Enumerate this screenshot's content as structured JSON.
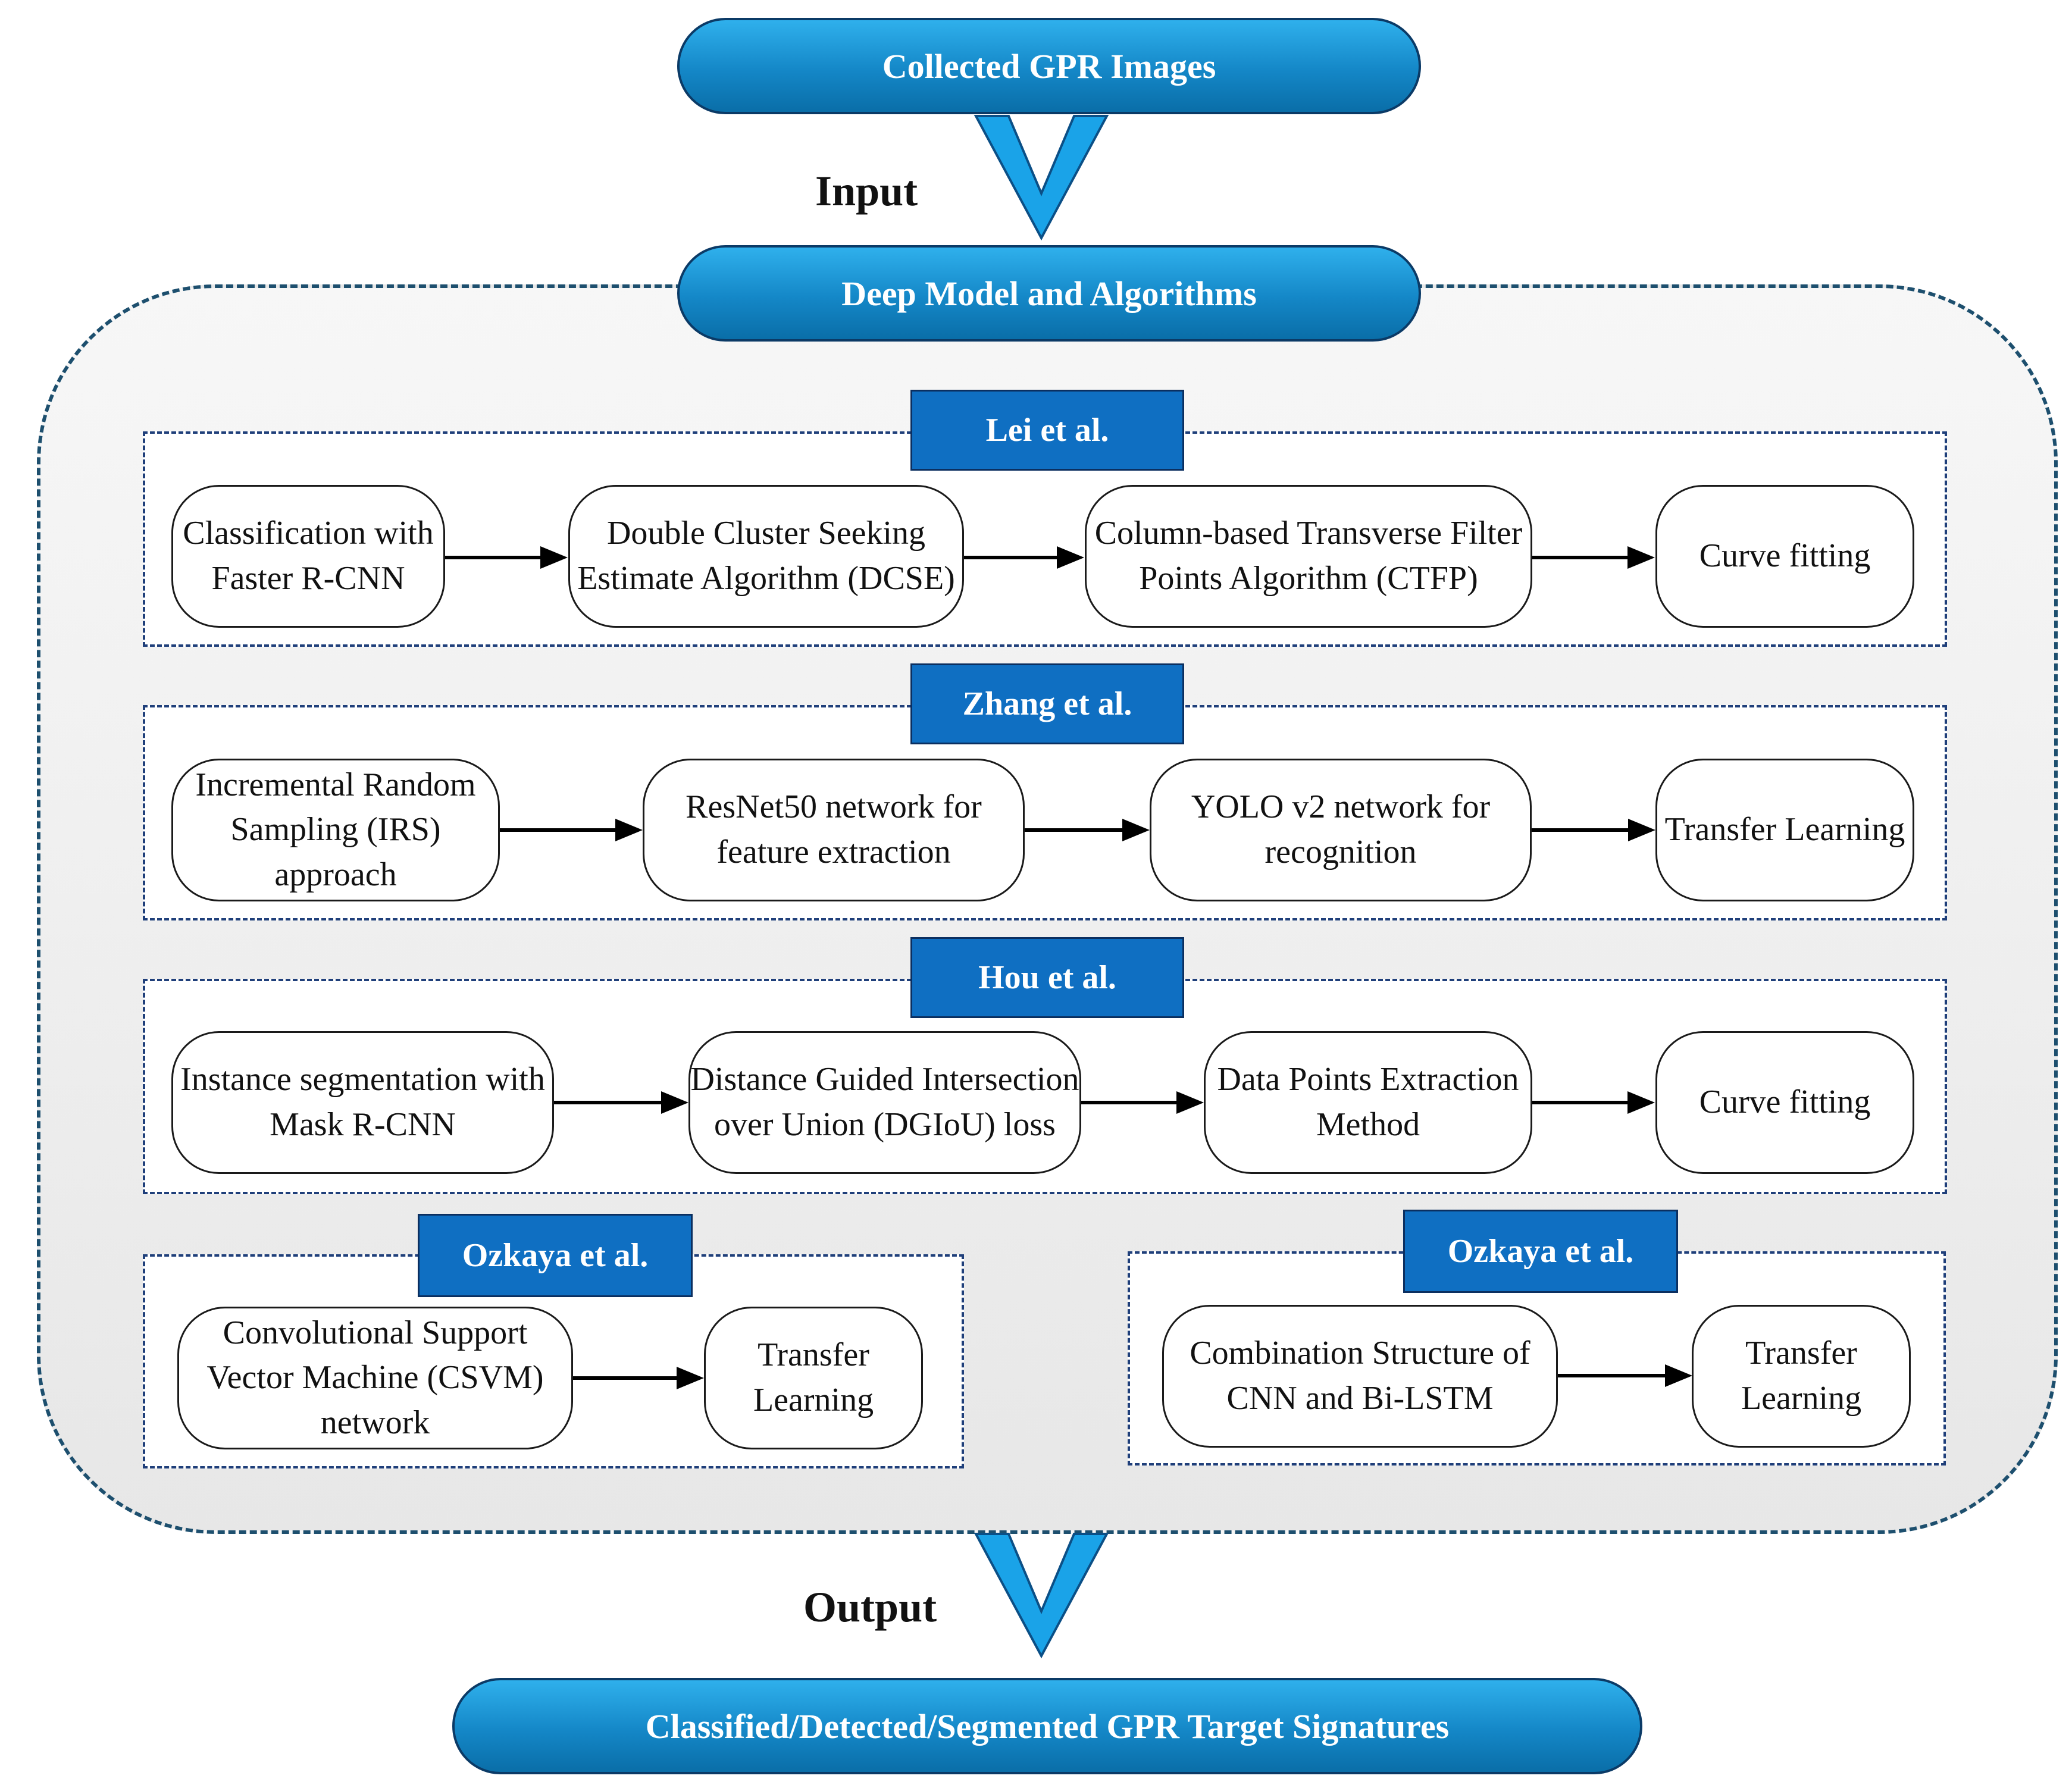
{
  "top": {
    "title": "Collected GPR Images"
  },
  "input_label": "Input",
  "middle": {
    "title": "Deep Model and Algorithms"
  },
  "output_label": "Output",
  "bottom": {
    "title": "Classified/Detected/Segmented GPR Target Signatures"
  },
  "colors": {
    "pill": "#1487c7",
    "tag": "#0f6fc2",
    "chevron": "#1aa3e8",
    "dash": "#1f3f7a"
  },
  "panels": [
    {
      "author": "Lei et al.",
      "steps": [
        "Classification with Faster R-CNN",
        "Double Cluster Seeking Estimate Algorithm (DCSE)",
        "Column-based Transverse Filter Points Algorithm (CTFP)",
        "Curve fitting"
      ]
    },
    {
      "author": "Zhang et al.",
      "steps": [
        "Incremental Random Sampling (IRS) approach",
        "ResNet50 network for feature extraction",
        "YOLO v2 network for recognition",
        "Transfer Learning"
      ]
    },
    {
      "author": "Hou et al.",
      "steps": [
        "Instance segmentation with Mask R-CNN",
        "Distance Guided Intersection over Union (DGIoU) loss",
        "Data Points Extraction Method",
        "Curve fitting"
      ]
    },
    {
      "author": "Ozkaya et al.",
      "steps": [
        "Convolutional Support Vector Machine (CSVM) network",
        "Transfer Learning"
      ]
    },
    {
      "author": "Ozkaya et al.",
      "steps": [
        "Combination Structure of CNN and Bi-LSTM",
        "Transfer Learning"
      ]
    }
  ]
}
